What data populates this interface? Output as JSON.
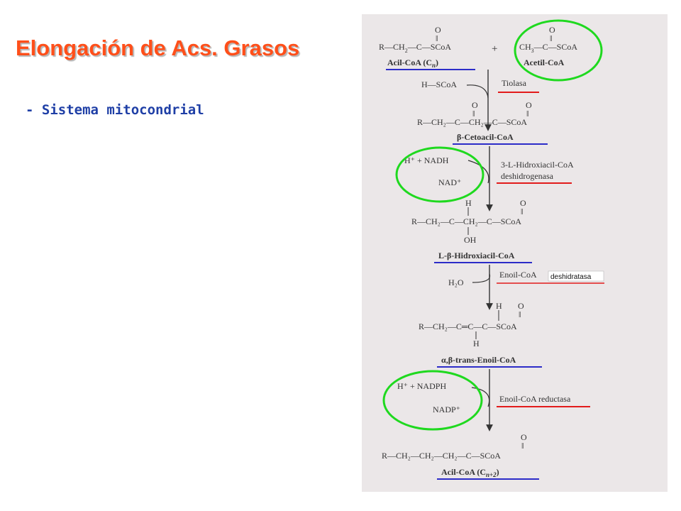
{
  "slide": {
    "title": "Elongación de Acs. Grasos",
    "bullet": "- Sistema mitocondrial"
  },
  "scheme": {
    "colors": {
      "page": "#ebe7e8",
      "ink": "#333333",
      "blue_underline": "#2c2cc8",
      "red_underline": "#e21b1b",
      "highlight_circle": "#1fd91f"
    },
    "acyl_coa_start": {
      "formula_left": "R—CH",
      "formula_right": "—C—SCoA",
      "oxygen": "O",
      "double_bond": "‖",
      "subscript": "2",
      "name": "Acil-CoA (C",
      "name_sub": "n",
      "name_end": ")"
    },
    "plus": "+",
    "acetyl_coa": {
      "formula_left": "CH",
      "formula_right": "—C—SCoA",
      "oxygen": "O",
      "double_bond": "‖",
      "subscript": "3",
      "name": "Acetil-CoA"
    },
    "step1": {
      "released": "H—SCoA",
      "enzyme": "Tiolasa"
    },
    "ketoacyl": {
      "formula": "R—CH₂—C—CH₂—C—SCoA",
      "oxygen": "O",
      "double_bond": "‖",
      "name": "β-Cetoacil-CoA"
    },
    "step2": {
      "reagents": "H⁺ + NADH",
      "product": "NAD⁺",
      "enzyme_line1": "3-L-Hidroxiacil-CoA",
      "enzyme_line2": "deshidrogenasa"
    },
    "hydroxyacyl": {
      "formula": "R—CH₂—C—CH₂—C—SCoA",
      "top_h": "H",
      "oh": "OH",
      "oxygen": "O",
      "double_bond": "‖",
      "name": "L-β-Hidroxiacil-CoA"
    },
    "step3": {
      "released": "H₂O",
      "enzyme": "Enoil-CoA",
      "enzyme_box": "deshidratasa"
    },
    "enoyl": {
      "formula": "R—CH₂—C═C—C—SCoA",
      "top_h": "H",
      "bottom_h": "H",
      "oxygen": "O",
      "double_bond": "‖",
      "name": "α,β-trans-Enoil-CoA"
    },
    "step4": {
      "reagents": "H⁺ + NADPH",
      "product": "NADP⁺",
      "enzyme": "Enoil-CoA reductasa"
    },
    "acyl_coa_end": {
      "formula": "R—CH₂—CH₂—CH₂—C—SCoA",
      "oxygen": "O",
      "double_bond": "‖",
      "name": "Acil-CoA (C",
      "name_sub": "n+2",
      "name_end": ")"
    }
  }
}
